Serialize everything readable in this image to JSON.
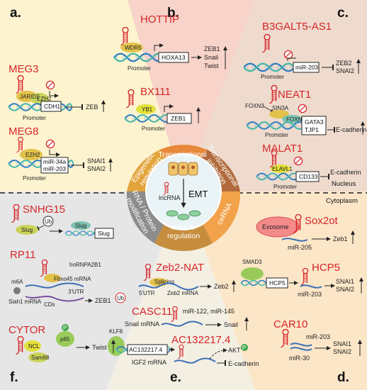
{
  "panels": {
    "a": "a.",
    "b": "b.",
    "c": "c.",
    "d": "d.",
    "e": "e.",
    "f": "f."
  },
  "regions": {
    "nucleus": "Nucleus",
    "cytoplasm": "Cytoplasm"
  },
  "center": {
    "lncrna": "lncRNA",
    "emt": "EMT"
  },
  "segments": {
    "transcriptional_activation": [
      "Transcriptional",
      "activation"
    ],
    "transcriptional_inhibition": [
      "Transcriptional",
      "inhibition"
    ],
    "cerna": "ceRNA",
    "mrna_regulation": [
      "mRNA",
      "regulation"
    ],
    "rna_protein_modification": [
      "RNA / Protein",
      "modification"
    ],
    "epigenetic_regulation": [
      "Epigenetic",
      "regulation"
    ]
  },
  "a": {
    "meg3": {
      "name": "MEG3",
      "proteins": [
        "JARID2",
        "EZH2"
      ],
      "gene": "CDH1",
      "target": "ZEB",
      "promoter": "Promoter"
    },
    "meg8": {
      "name": "MEG8",
      "protein": "EZH2",
      "genes": [
        "miR-34a",
        "miR-203"
      ],
      "targets": [
        "SNAI1",
        "SNAI2"
      ],
      "promoter": "Promoter"
    }
  },
  "b": {
    "hottip": {
      "name": "HOTTIP",
      "protein": "WDR5",
      "gene": "HOXA13",
      "targets": [
        "ZEB1",
        "Snail",
        "Twist"
      ],
      "promoter": "Promoter"
    },
    "bx111": {
      "name": "BX111",
      "protein": "YB1",
      "gene": "ZEB1",
      "promoter": "Promoter"
    }
  },
  "c": {
    "b3galt5": {
      "name": "B3GALT5-AS1",
      "gene": "miR-203",
      "targets": [
        "ZEB2",
        "SNAI2"
      ],
      "promoter": "Promoter"
    },
    "neat1": {
      "name": "NEAT1",
      "proteins": [
        "FOXN3",
        "SIN3A",
        "FOXN3"
      ],
      "genes": [
        "GATA3",
        "TJP1"
      ],
      "target": "E-cadherin",
      "promoter": "Promoter"
    },
    "malat1": {
      "name": "MALAT1",
      "protein": "ELAVL1",
      "gene": "CD133",
      "target": "E-cadherin",
      "promoter": "Promoter"
    }
  },
  "d": {
    "sox2ot": {
      "name": "Sox2ot",
      "vesicle": "Exosome",
      "mirna": "miR-205",
      "target": "Zeb1"
    },
    "hcp5": {
      "name": "HCP5",
      "protein": "SMAD3",
      "gene": "HCP5",
      "mirna": "miR-203",
      "targets": [
        "SNAI1",
        "SNAI2"
      ]
    },
    "car10": {
      "name": "CAR10",
      "mirnas": [
        "miR-203",
        "miR-30"
      ],
      "targets": [
        "SNAI1",
        "SNAI2"
      ]
    }
  },
  "e": {
    "zeb2nat": {
      "name": "Zeb2-NAT",
      "labels": [
        "Splicing",
        "5'UTR",
        "Zeb2 mRNA"
      ],
      "target": "Zeb2"
    },
    "casc11": {
      "name": "CASC11",
      "mirnas": "miR-122, miR-145",
      "mrna": "Snail mRNA",
      "target": "Snail"
    },
    "ac132217": {
      "name": "AC132217.4",
      "protein": "KLF8",
      "gene": "AC132217.4",
      "mrna": "IGF2 mRNA",
      "kinase": "AKT",
      "phos": "P",
      "target": "E-cadherin"
    }
  },
  "f": {
    "snhg15": {
      "name": "SNHG15",
      "protein": "Slug",
      "ub": "Ub",
      "protein2": "Slug",
      "box": "Slug"
    },
    "rp11": {
      "name": "RP11",
      "labels": [
        "hnRNPA2B1",
        "m6A",
        "Fbxo45 mRNA",
        "3'UTR",
        "Siah1 mRNA",
        "CDs"
      ],
      "ub": "Ub",
      "target": "ZEB1"
    },
    "cytor": {
      "name": "CYTOR",
      "proteins": [
        "NCL",
        "Sam68"
      ],
      "kinase": "p65",
      "phos": "P",
      "target": "Twist"
    }
  }
}
